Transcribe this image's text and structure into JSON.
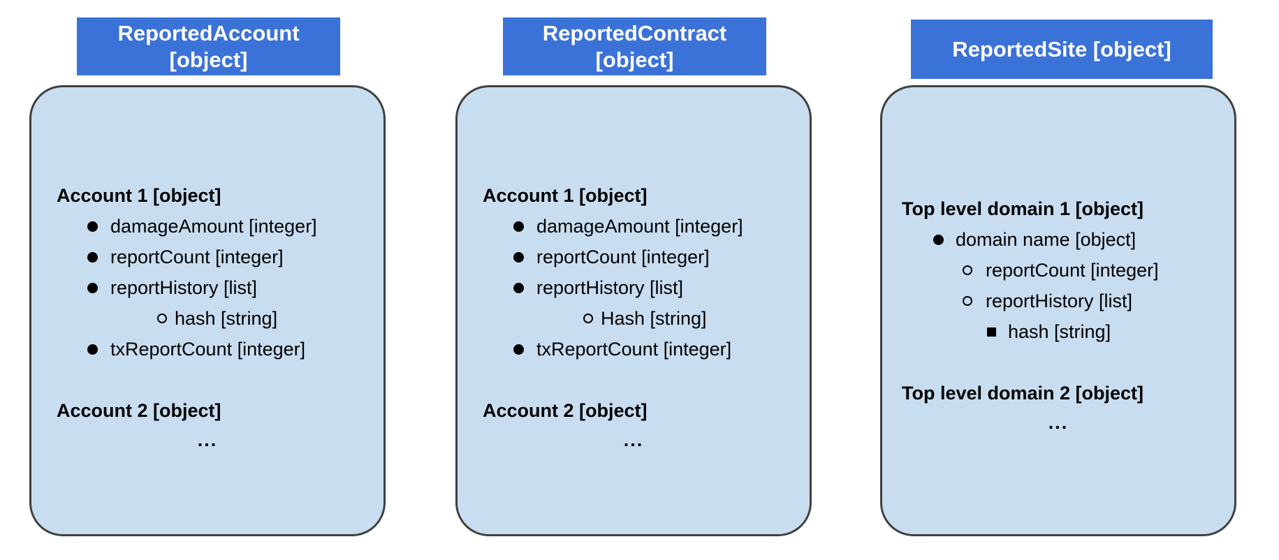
{
  "colors": {
    "header_bg": "#3b72d8",
    "header_text": "#ffffff",
    "body_bg": "#c9ddf0",
    "body_border": "#404040",
    "text": "#000000",
    "page_bg": "#ffffff"
  },
  "cards": [
    {
      "title": "ReportedAccount [object]",
      "section1": {
        "heading": "Account 1 [object]",
        "items": [
          "damageAmount [integer]",
          "reportCount [integer]",
          "reportHistory [list]",
          "hash [string]",
          "txReportCount [integer]"
        ]
      },
      "section2": {
        "heading": "Account 2 [object]",
        "ellipsis": "..."
      }
    },
    {
      "title": "ReportedContract [object]",
      "section1": {
        "heading": "Account 1 [object]",
        "items": [
          "damageAmount [integer]",
          "reportCount [integer]",
          "reportHistory [list]",
          "Hash [string]",
          "txReportCount [integer]"
        ]
      },
      "section2": {
        "heading": "Account 2 [object]",
        "ellipsis": "..."
      }
    },
    {
      "title": "ReportedSite [object]",
      "section1": {
        "heading": "Top level domain 1 [object]",
        "items": [
          "domain name [object]",
          "reportCount [integer]",
          "reportHistory [list]",
          "hash [string]"
        ]
      },
      "section2": {
        "heading": "Top level domain 2 [object]",
        "ellipsis": "..."
      }
    }
  ]
}
